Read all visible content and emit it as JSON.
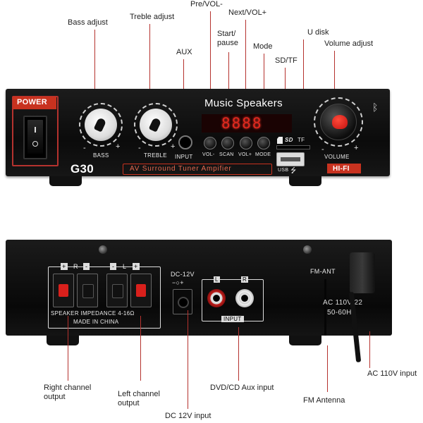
{
  "front_labels": {
    "bass_adjust": "Bass adjust",
    "treble_adjust": "Treble adjust",
    "aux": "AUX",
    "pre_vol": "Pre/VOL-",
    "next_vol": "Next/VOL+",
    "start_pause": "Start/ pause",
    "mode": "Mode",
    "sd_tf": "SD/TF",
    "u_disk": "U disk",
    "volume_adjust": "Volume adjust"
  },
  "front_panel": {
    "power": "POWER",
    "brand": "Music Speakers",
    "model": "G30",
    "subtitle": "AV Surround Tuner Ampifier",
    "hifi": "HI-FI",
    "bass": "BASS",
    "treble": "TREBLE",
    "volume": "VOLUME",
    "input": "INPUT",
    "vol_minus": "VOL-",
    "scan": "SCAN",
    "vol_plus": "VOL+",
    "mode": "MODE",
    "usb": "USB",
    "sd": "SD",
    "tf": "TF",
    "display": "8888",
    "plus": "+",
    "minus": "-"
  },
  "back_panel": {
    "impedance": "SPEAKER IMPEDANCE 4-16Ω",
    "made_in": "MADE IN CHINA",
    "r": "R",
    "l": "L",
    "dc": "DC-12V",
    "input": "INPUT",
    "fm_ant": "FM-ANT",
    "ac_line1": "AC 110V-22",
    "ac_line2": "50-60HZ",
    "plus": "+",
    "minus": "-"
  },
  "back_labels": {
    "right_channel": "Right channel output",
    "left_channel": "Left channel output",
    "dc_input": "DC 12V input",
    "dvd_aux": "DVD/CD Aux input",
    "fm_antenna": "FM Antenna",
    "ac_input": "AC 110V input"
  },
  "colors": {
    "leader": "#b5322e",
    "accent_red": "#d21f1f",
    "panel_text": "#e8e8e8",
    "display_red": "#e0281e"
  }
}
